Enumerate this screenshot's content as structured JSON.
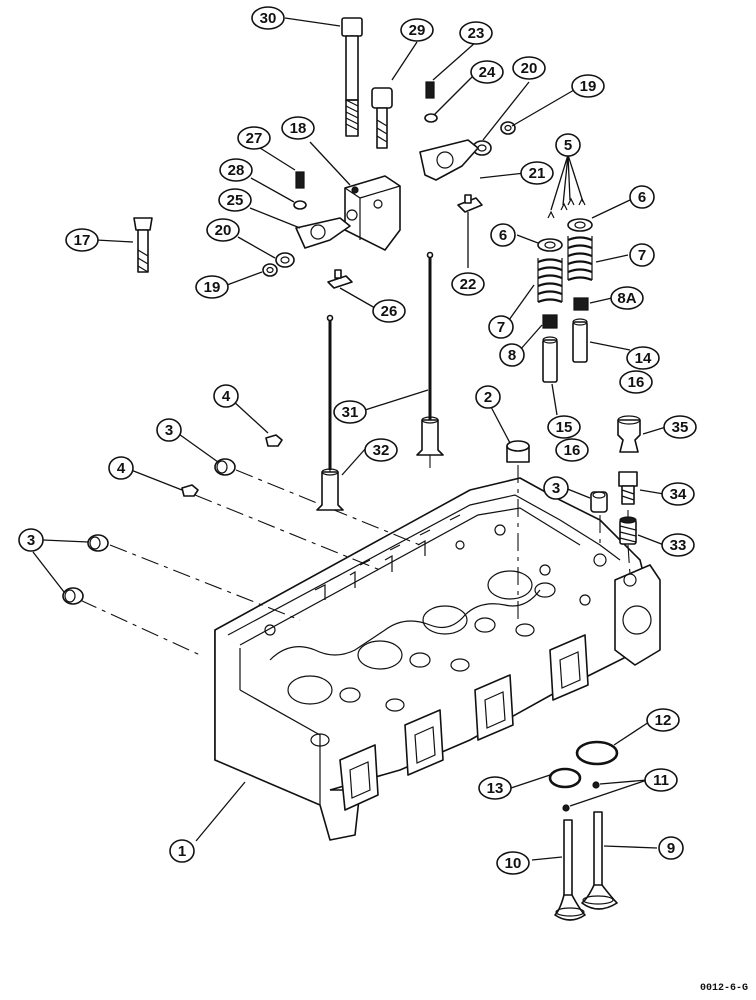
{
  "figure_code": "0012-6-G",
  "callouts": [
    {
      "id": "c30",
      "label": "30"
    },
    {
      "id": "c29",
      "label": "29"
    },
    {
      "id": "c23",
      "label": "23"
    },
    {
      "id": "c24",
      "label": "24"
    },
    {
      "id": "c20a",
      "label": "20"
    },
    {
      "id": "c19a",
      "label": "19"
    },
    {
      "id": "c27",
      "label": "27"
    },
    {
      "id": "c18",
      "label": "18"
    },
    {
      "id": "c28",
      "label": "28"
    },
    {
      "id": "c21",
      "label": "21"
    },
    {
      "id": "c5",
      "label": "5"
    },
    {
      "id": "c25",
      "label": "25"
    },
    {
      "id": "c17",
      "label": "17"
    },
    {
      "id": "c20b",
      "label": "20"
    },
    {
      "id": "c6a",
      "label": "6"
    },
    {
      "id": "c6b",
      "label": "6"
    },
    {
      "id": "c7b",
      "label": "7"
    },
    {
      "id": "c19b",
      "label": "19"
    },
    {
      "id": "c22",
      "label": "22"
    },
    {
      "id": "c26",
      "label": "26"
    },
    {
      "id": "c8a",
      "label": "8A"
    },
    {
      "id": "c7a",
      "label": "7"
    },
    {
      "id": "c8",
      "label": "8"
    },
    {
      "id": "c14",
      "label": "14"
    },
    {
      "id": "c16a",
      "label": "16"
    },
    {
      "id": "c4a",
      "label": "4"
    },
    {
      "id": "c31",
      "label": "31"
    },
    {
      "id": "c2",
      "label": "2"
    },
    {
      "id": "c3a",
      "label": "3"
    },
    {
      "id": "c15",
      "label": "15"
    },
    {
      "id": "c16b",
      "label": "16"
    },
    {
      "id": "c35",
      "label": "35"
    },
    {
      "id": "c32",
      "label": "32"
    },
    {
      "id": "c4b",
      "label": "4"
    },
    {
      "id": "c3b",
      "label": "3"
    },
    {
      "id": "c34",
      "label": "34"
    },
    {
      "id": "c3c",
      "label": "3"
    },
    {
      "id": "c33",
      "label": "33"
    },
    {
      "id": "c12",
      "label": "12"
    },
    {
      "id": "c13",
      "label": "13"
    },
    {
      "id": "c11",
      "label": "11"
    },
    {
      "id": "c1",
      "label": "1"
    },
    {
      "id": "c10",
      "label": "10"
    },
    {
      "id": "c9",
      "label": "9"
    }
  ]
}
